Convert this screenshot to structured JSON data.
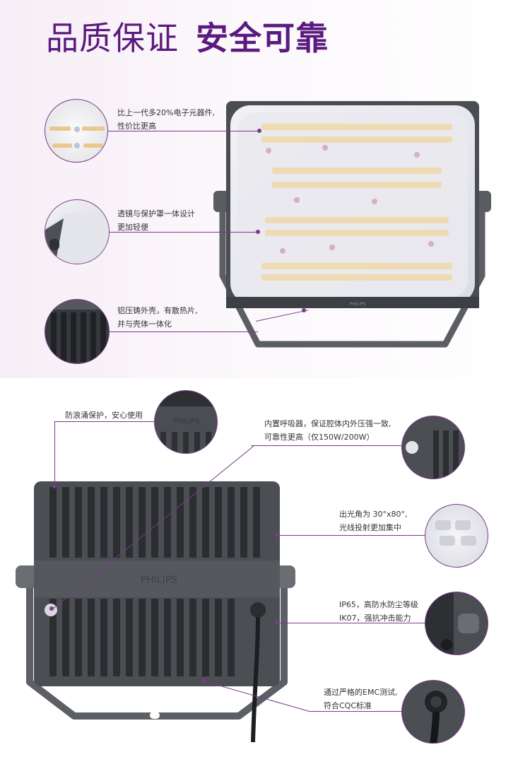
{
  "header": {
    "title_light": "品质保证",
    "title_bold": "安全可靠"
  },
  "front_callouts": [
    {
      "line1": "比上一代多20%电子元器件,",
      "line2": "性价比更高",
      "icon": "led-chip-closeup"
    },
    {
      "line1": "透镜与保护罩一体设计",
      "line2": "更加轻便",
      "icon": "lens-cover-closeup"
    },
    {
      "line1": "铝压铸外壳，有散热片,",
      "line2": "并与壳体一体化",
      "icon": "heat-sink-closeup"
    }
  ],
  "back_callouts": [
    {
      "line1": "防浪涌保护，安心使用",
      "icon": "surge-module-closeup"
    },
    {
      "line1": "内置呼吸器，保证腔体内外压强一致,",
      "line2": "可靠性更高（仅150W/200W）",
      "icon": "breather-valve-closeup"
    },
    {
      "line1": "出光角为 30°x80°,",
      "line2": "光线投射更加集中",
      "icon": "optic-lens-closeup"
    },
    {
      "line1": "IP65，高防水防尘等级",
      "line2": "IK07，强抗冲击能力",
      "icon": "seal-bracket-closeup"
    },
    {
      "line1": "通过严格的EMC测试,",
      "line2": "符合CQC标准",
      "icon": "cable-gland-closeup"
    }
  ],
  "product": {
    "brand_front": "PHILIPS",
    "brand_back": "PHILIPS",
    "badge_brand": "PHILIPS"
  },
  "colors": {
    "accent": "#5b1a7e",
    "line": "#7a3a8a",
    "housing": "#4a4d52"
  }
}
